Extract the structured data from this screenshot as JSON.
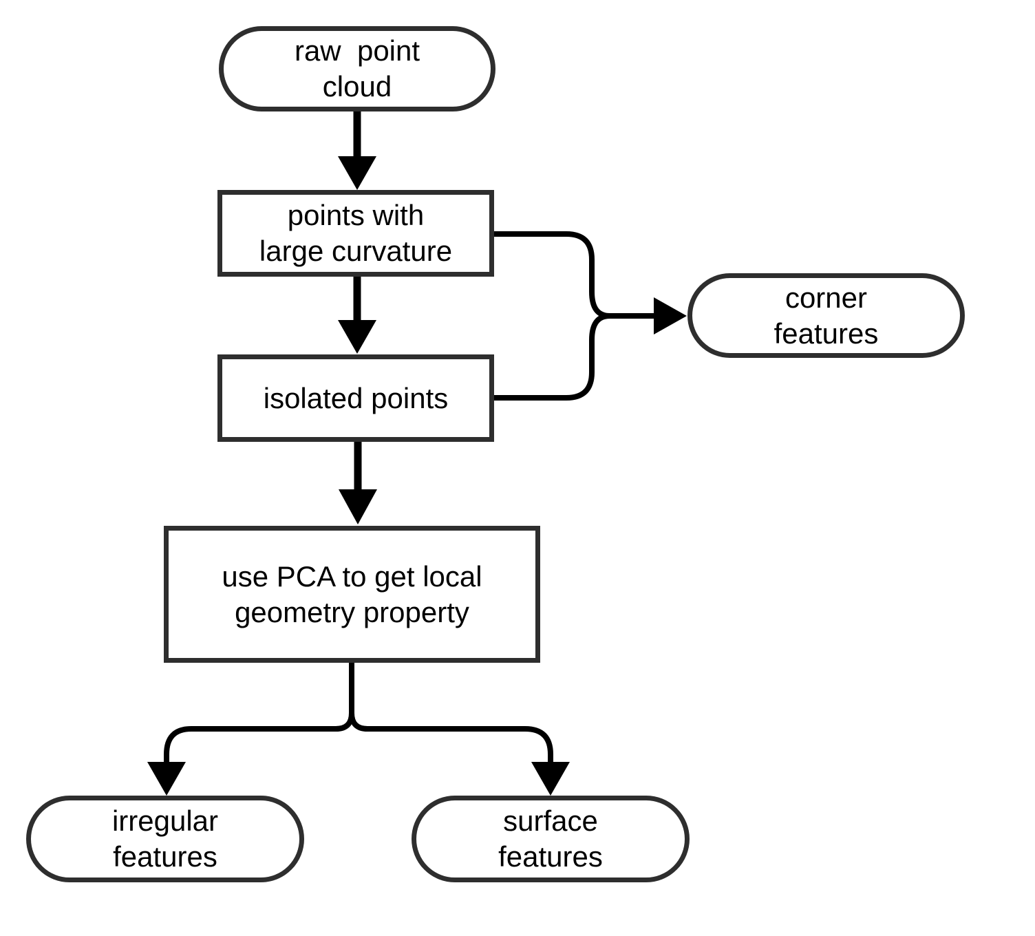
{
  "diagram": {
    "colors": {
      "background": "#ffffff",
      "node_border": "#2e2e2e",
      "node_fill": "#ffffff",
      "edge": "#000000",
      "text": "#000000"
    },
    "nodes": [
      {
        "id": "raw-point-cloud",
        "shape": "stadium",
        "label": "raw  point\ncloud"
      },
      {
        "id": "points-with-large-curvature",
        "shape": "rectangle",
        "label": "points with\nlarge curvature"
      },
      {
        "id": "isolated-points",
        "shape": "rectangle",
        "label": "isolated points"
      },
      {
        "id": "corner-features",
        "shape": "stadium",
        "label": "corner\nfeatures"
      },
      {
        "id": "use-pca",
        "shape": "rectangle",
        "label": "use PCA to get local\ngeometry property"
      },
      {
        "id": "irregular-features",
        "shape": "stadium",
        "label": "irregular\nfeatures"
      },
      {
        "id": "surface-features",
        "shape": "stadium",
        "label": "surface\nfeatures"
      }
    ],
    "edges": [
      {
        "from": "raw-point-cloud",
        "to": "points-with-large-curvature",
        "type": "arrow"
      },
      {
        "from": "points-with-large-curvature",
        "to": "isolated-points",
        "type": "arrow"
      },
      {
        "from": "points-with-large-curvature",
        "to": "corner-features",
        "type": "merged-arrow"
      },
      {
        "from": "isolated-points",
        "to": "corner-features",
        "type": "merged-arrow"
      },
      {
        "from": "isolated-points",
        "to": "use-pca",
        "type": "arrow"
      },
      {
        "from": "use-pca",
        "to": "irregular-features",
        "type": "split-arrow"
      },
      {
        "from": "use-pca",
        "to": "surface-features",
        "type": "split-arrow"
      }
    ]
  }
}
